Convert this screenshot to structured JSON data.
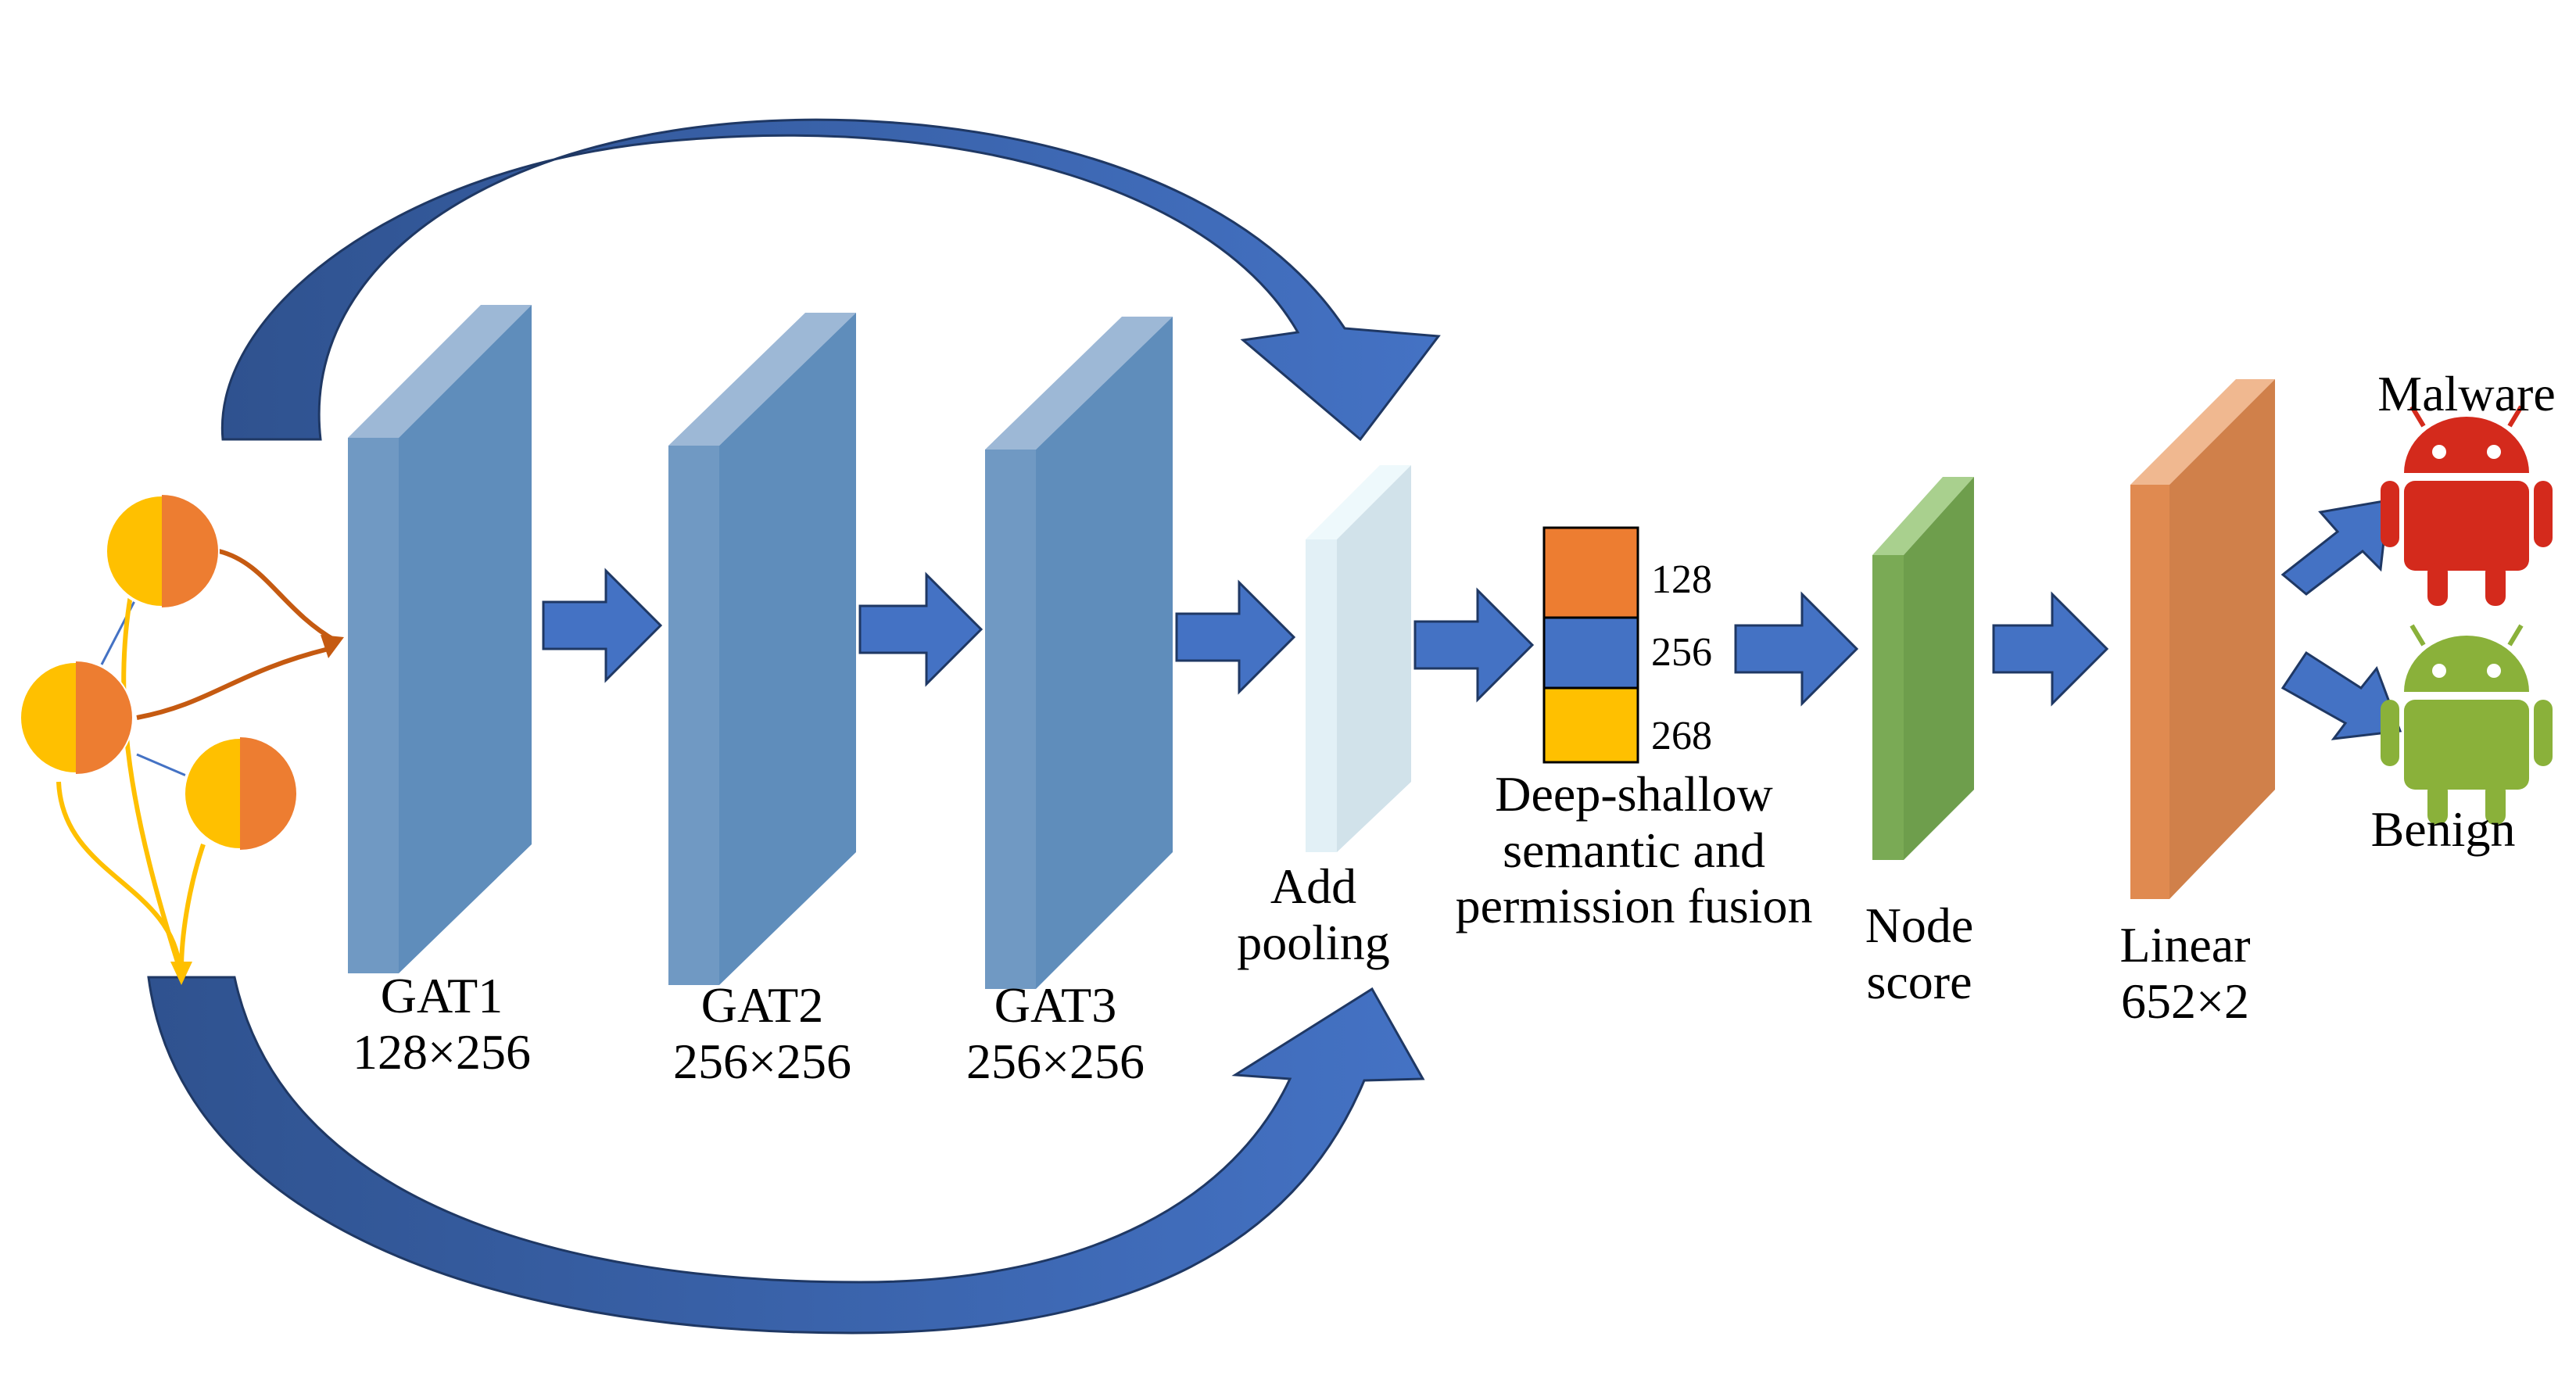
{
  "layers": {
    "gat1": {
      "name": "GAT1",
      "dims": "128×256"
    },
    "gat2": {
      "name": "GAT2",
      "dims": "256×256"
    },
    "gat3": {
      "name": "GAT3",
      "dims": "256×256"
    },
    "add_pooling": {
      "line1": "Add",
      "line2": "pooling"
    },
    "fusion": {
      "line1": "Deep-shallow",
      "line2": "semantic and",
      "line3": "permission fusion",
      "segments": [
        "128",
        "256",
        "268"
      ]
    },
    "node_score": {
      "line1": "Node",
      "line2": "score"
    },
    "linear": {
      "name": "Linear",
      "dims": "652×2"
    }
  },
  "outputs": {
    "malware": "Malware",
    "benign": "Benign"
  },
  "colors": {
    "gat_front": "#7099c3",
    "gat_side": "#5f8dbb",
    "gat_top": "#9db8d6",
    "pool": "#d8e8f0",
    "arrow": "#4472c4",
    "arrow_dark": "#2f528f",
    "seg_orange": "#ed7d31",
    "seg_blue": "#4472c4",
    "seg_yellow": "#ffc000",
    "node_score": "#70a050",
    "linear": "#e08a50",
    "malware": "#d42a1c",
    "benign": "#8ab13a"
  },
  "icons": [
    "graph-node-icon",
    "android-robot-icon"
  ]
}
